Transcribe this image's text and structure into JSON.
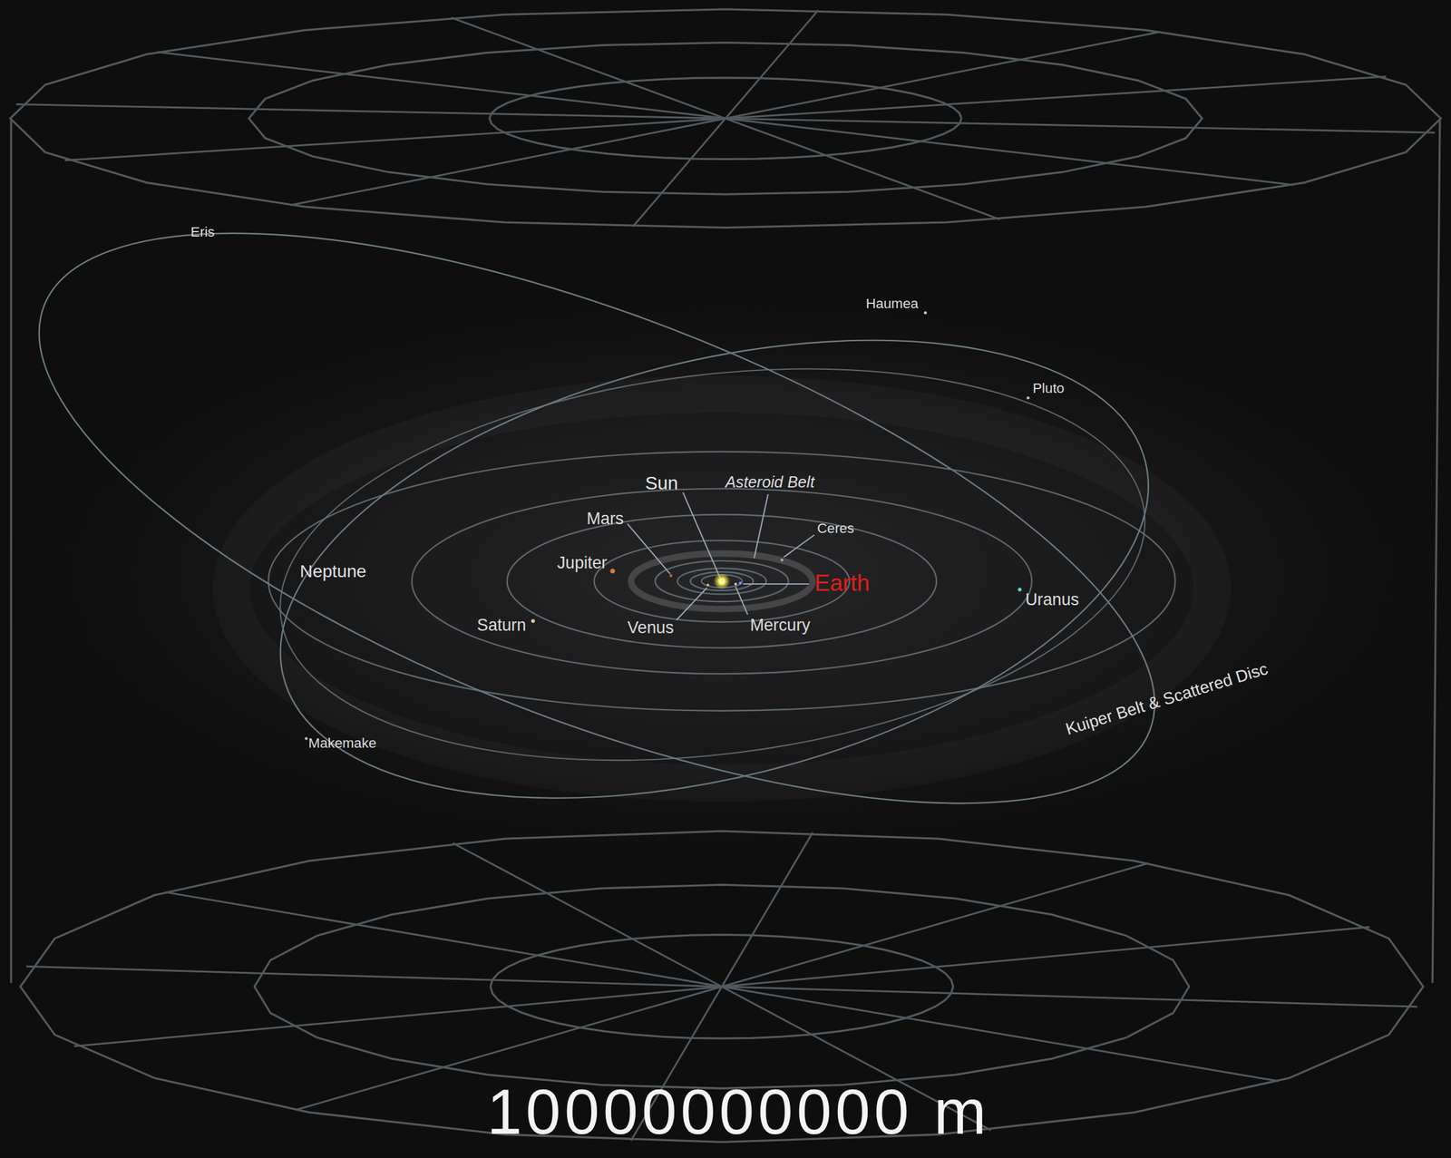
{
  "diagram": {
    "labels": [
      "Eris",
      "Haumea",
      "Pluto",
      "Sun",
      "Asteroid Belt",
      "Mars",
      "Ceres",
      "Neptune",
      "Jupiter",
      "Earth",
      "Uranus",
      "Saturn",
      "Venus",
      "Mercury",
      "Kuiper Belt & Scattered Disc",
      "Makemake",
      "10000000000 m"
    ]
  }
}
